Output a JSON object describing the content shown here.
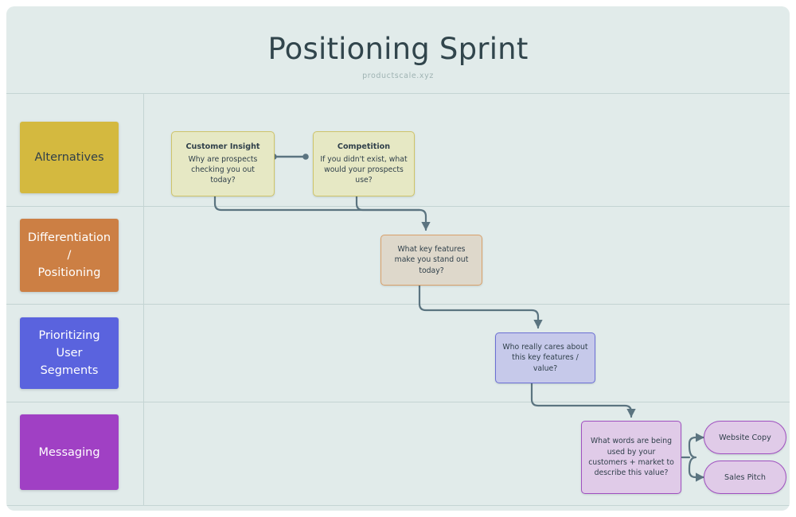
{
  "header": {
    "title": "Positioning Sprint",
    "subtitle": "productscale.xyz"
  },
  "colors": {
    "canvas_bg": "#e1ebea",
    "grid_line": "#c4d4d3",
    "title_text": "#31454c",
    "connector": "#5b7480",
    "stage_alternatives": "#d4b93f",
    "stage_differentiation": "#cc7f44",
    "stage_prioritizing": "#5a63de",
    "stage_messaging": "#a040c4",
    "node_yellow_fill": "#e6e8c4",
    "node_yellow_border": "#cfc46a",
    "node_tan_fill": "#ded8cb",
    "node_tan_border": "#d9a06a",
    "node_blue_fill": "#c6c9ea",
    "node_blue_border": "#6b6fd4",
    "node_purple_fill": "#e0cbe8",
    "node_purple_border": "#a050c0"
  },
  "stages": [
    {
      "label": "Alternatives",
      "bg": "#d4b93f",
      "text_color": "#2f3f4a"
    },
    {
      "label": "Differentiation / Positioning",
      "bg": "#cc7f44",
      "text_color": "#ffffff"
    },
    {
      "label": "Prioritizing User Segments",
      "bg": "#5a63de",
      "text_color": "#ffffff"
    },
    {
      "label": "Messaging",
      "bg": "#a040c4",
      "text_color": "#ffffff"
    }
  ],
  "nodes": {
    "customer_insight": {
      "title": "Customer Insight",
      "body": "Why are prospects checking you out today?"
    },
    "competition": {
      "title": "Competition",
      "body": "If you didn't exist, what would your prospects use?"
    },
    "key_features": {
      "title": "",
      "body": "What key features make you stand out today?"
    },
    "who_cares": {
      "title": "",
      "body": "Who really cares about this key features / value?"
    },
    "words_used": {
      "title": "",
      "body": "What words are being used by your customers + market to describe this value?"
    }
  },
  "outputs": [
    {
      "label": "Website Copy"
    },
    {
      "label": "Sales Pitch"
    }
  ]
}
